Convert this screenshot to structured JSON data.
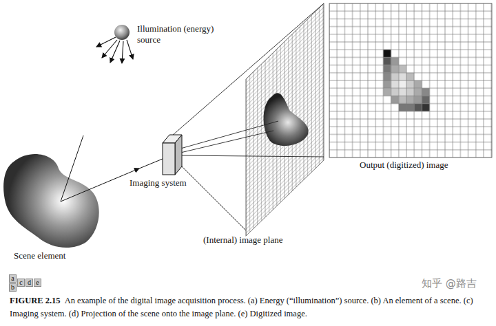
{
  "diagram": {
    "caption": "An example of the digital image acquisition process. (a) Energy (“illumination”) source. (b) An element of a scene. (c) Imaging system. (d) Projection of the scene onto the image plane. (e) Digitized image.",
    "nodes": [
      {
        "text": [
          "a"
        ]
      },
      {
        "text": [
          "b"
        ]
      },
      {
        "text": [
          "c"
        ]
      },
      {
        "text": [
          "d"
        ]
      },
      {
        "text": [
          "e"
        ]
      }
    ],
    "labels": [
      "Illumination (energy) source",
      "Output (digitized) image",
      "Imaging system",
      "(Internal) image plane",
      "Scene element",
      "FIGURE 2.15",
      "知乎 @路吉"
    ]
  }
}
